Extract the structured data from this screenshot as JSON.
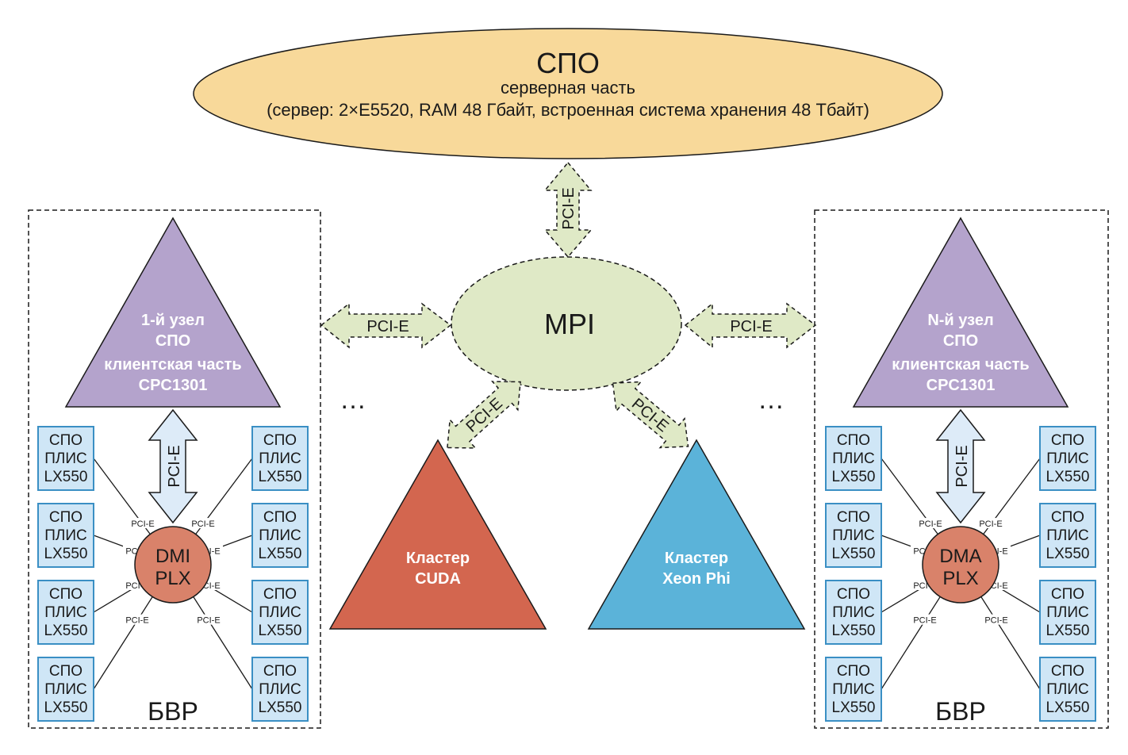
{
  "server": {
    "title": "СПО",
    "subtitle": "серверная часть",
    "details": "(сервер: 2×E5520, RAM 48 Гбайт, встроенная система хранения 48 Тбайт)"
  },
  "mpi": {
    "label": "MPI"
  },
  "links": {
    "server_mpi": "PCI-E",
    "left_mpi": "PCI-E",
    "right_mpi": "PCI-E",
    "cuda_mpi": "PCI-E",
    "xeon_mpi": "PCI-E"
  },
  "ellipsis_left": "…",
  "ellipsis_right": "…",
  "clusters": {
    "cuda": {
      "line1": "Кластер",
      "line2": "CUDA",
      "color": "#d3664f"
    },
    "xeon": {
      "line1": "Кластер",
      "line2": "Xeon Phi",
      "color": "#5bb3d9"
    }
  },
  "nodes": {
    "left": {
      "tri_line1": "1-й узел",
      "tri_line2": "СПО",
      "tri_line3": "клиентская часть",
      "tri_line4": "CPC1301",
      "vlink": "PCI-E",
      "hub_line1": "DMI",
      "hub_line2": "PLX",
      "group_label": "БВР",
      "wire_label": "PCI-E"
    },
    "right": {
      "tri_line1": "N-й узел",
      "tri_line2": "СПО",
      "tri_line3": "клиентская часть",
      "tri_line4": "CPC1301",
      "vlink": "PCI-E",
      "hub_line1": "DMA",
      "hub_line2": "PLX",
      "group_label": "БВР",
      "wire_label": "PCI-E"
    }
  },
  "fpga_box": {
    "line1": "СПО",
    "line2": "ПЛИС",
    "line3": "LX550"
  },
  "colors": {
    "server_fill": "#f8d99a",
    "mpi_fill": "#dfe9c6",
    "node_fill": "#b4a3cc",
    "hub_fill": "#d9826a",
    "box_fill": "#cfe6f6",
    "box_border": "#3a8fc4",
    "vlink_fill": "#ddebf8"
  }
}
